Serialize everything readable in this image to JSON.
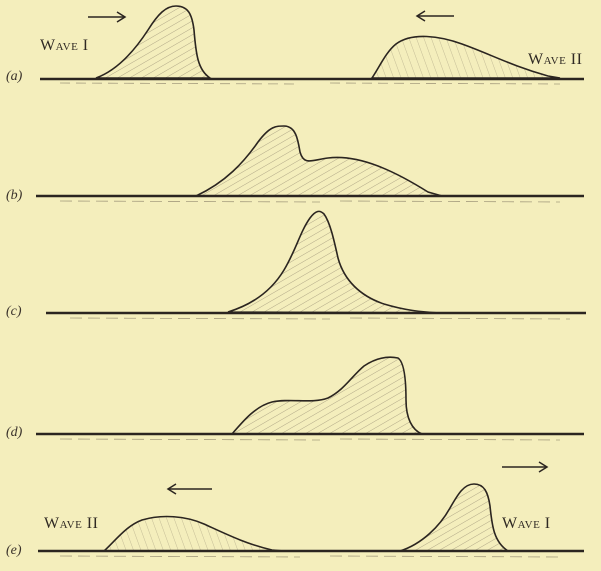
{
  "figure": {
    "panels": [
      {
        "id": "a",
        "label": "(a)"
      },
      {
        "id": "b",
        "label": "(b)"
      },
      {
        "id": "c",
        "label": "(c)"
      },
      {
        "id": "d",
        "label": "(d)"
      },
      {
        "id": "e",
        "label": "(e)"
      }
    ],
    "wave_labels": {
      "a_left": "Wave I",
      "a_right": "Wave II",
      "e_left": "Wave II",
      "e_right": "Wave I"
    },
    "colors": {
      "paper": "#f4eebc",
      "ink": "#2b2520"
    }
  }
}
